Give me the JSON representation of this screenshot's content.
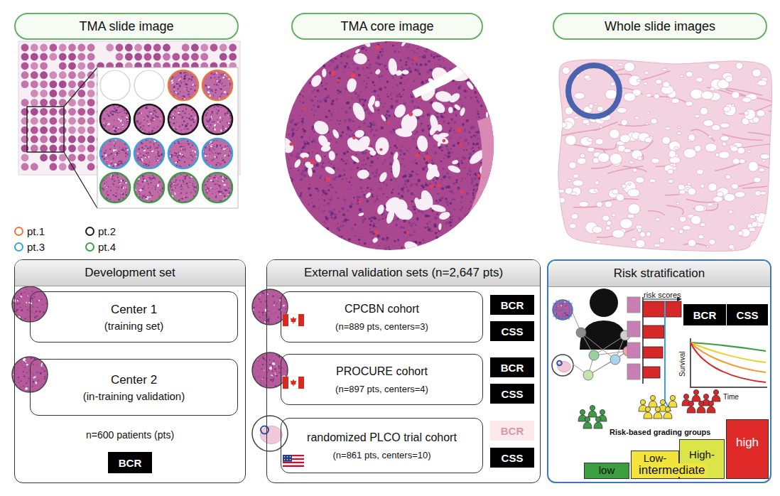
{
  "diagram": {
    "nodes": [
      {
        "text": [
          "TMA slide image"
        ]
      },
      {
        "text": [
          "TMA core image"
        ]
      },
      {
        "text": [
          "Whole slide images"
        ]
      },
      {
        "text": [
          "Development set",
          "n=600 patients (pts)"
        ]
      },
      {
        "text": [
          "Center 1",
          "(training set)"
        ],
        "in": 3
      },
      {
        "text": [
          "Center 2",
          "(in-training validation)"
        ],
        "in": 3
      },
      {
        "text": [
          "BCR"
        ],
        "in": 3
      },
      {
        "text": [
          "External validation sets (n=2,647 pts)"
        ]
      },
      {
        "text": [
          "CPCBN cohort",
          "(n=889 pts, centers=3)"
        ],
        "in": 7
      },
      {
        "text": [
          "BCR"
        ],
        "in": 7
      },
      {
        "text": [
          "CSS"
        ],
        "in": 7
      },
      {
        "text": [
          "PROCURE cohort",
          "(n=897 pts, centers=4)"
        ],
        "in": 7
      },
      {
        "text": [
          "BCR"
        ],
        "in": 7
      },
      {
        "text": [
          "CSS"
        ],
        "in": 7
      },
      {
        "text": [
          "randomized PLCO trial cohort",
          "(n=861 pts, centers=10)"
        ],
        "in": 7
      },
      {
        "text": [
          "BCR"
        ],
        "in": 7
      },
      {
        "text": [
          "CSS"
        ],
        "in": 7
      },
      {
        "text": [
          "Risk stratification"
        ]
      },
      {
        "text": [
          "BCR"
        ],
        "in": 17
      },
      {
        "text": [
          "CSS"
        ],
        "in": 17
      },
      {
        "text": [
          "low"
        ],
        "in": 17
      },
      {
        "text": [
          "Low-"
        ],
        "in": 17
      },
      {
        "text": [
          "High-"
        ],
        "in": 17
      },
      {
        "text": [
          "high"
        ],
        "in": 17
      }
    ],
    "labels": [
      "risk scores",
      "Survival",
      "Time",
      "Risk-based grading groups",
      "intermediate"
    ],
    "legend": [
      {
        "text": "pt.1",
        "color": "#e8793a"
      },
      {
        "text": "pt.2",
        "color": "#1a1a1a"
      },
      {
        "text": "pt.3",
        "color": "#3ba3dc"
      },
      {
        "text": "pt.4",
        "color": "#3d9b45"
      }
    ]
  }
}
